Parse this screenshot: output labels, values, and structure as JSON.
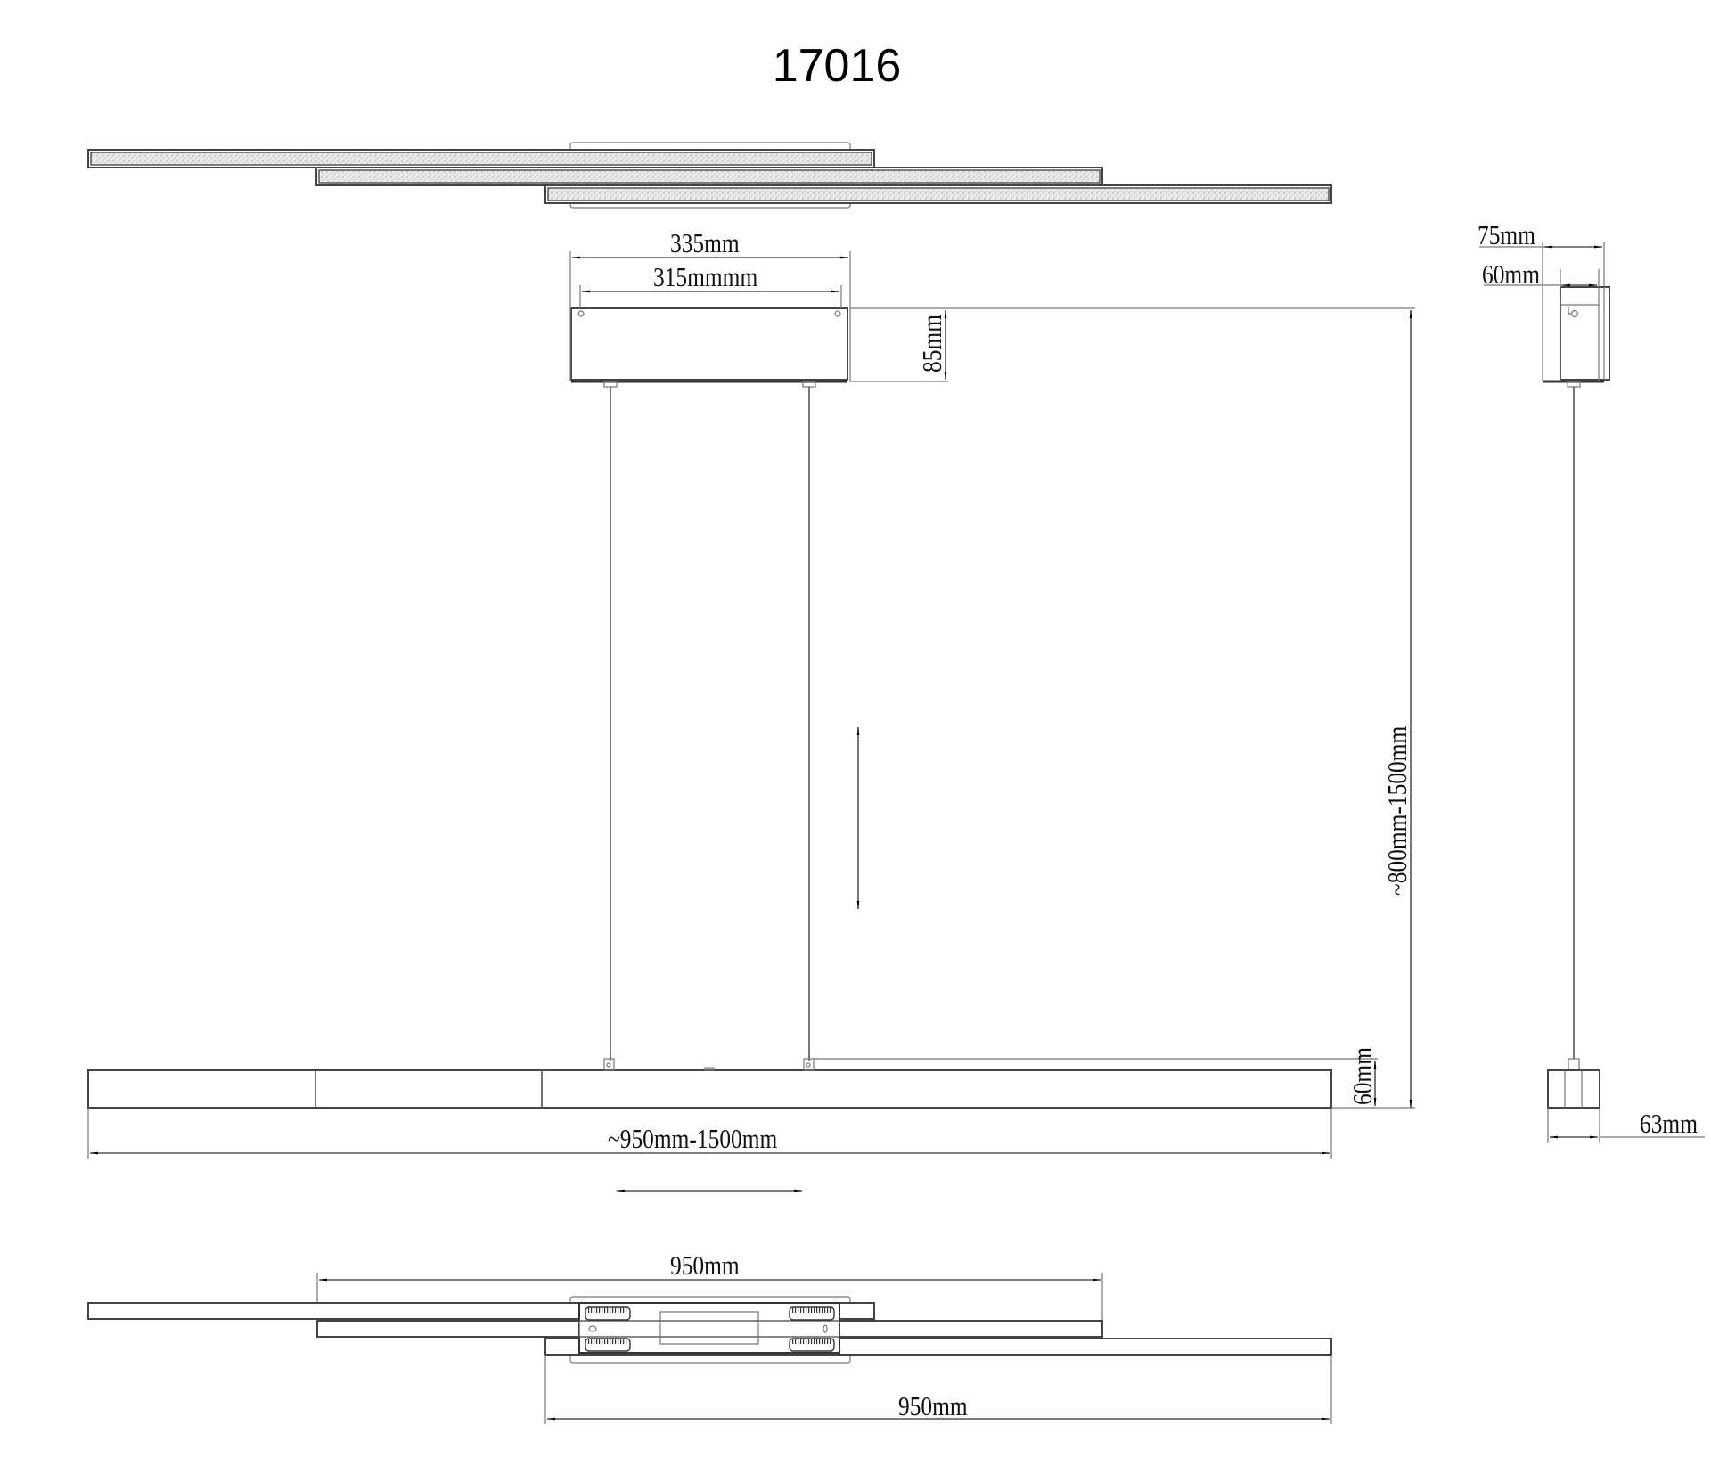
{
  "title": "17016",
  "views": {
    "top_view": {
      "label": "top-view-three-bars"
    },
    "front_view": {
      "canopy_outer_width": "335mm",
      "canopy_inner_width": "315mmmm",
      "canopy_height": "85mm",
      "suspension_height": "~800mm-1500mm",
      "bar_height": "60mm",
      "overall_length": "~950mm-1500mm"
    },
    "side_view": {
      "canopy_outer_width": "75mm",
      "canopy_inner_width": "60mm",
      "bar_depth": "63mm"
    },
    "bottom_view": {
      "upper_bar_length": "950mm",
      "lower_bar_length": "950mm"
    }
  },
  "colors": {
    "line": "#555555",
    "text": "#111111",
    "background": "#ffffff"
  }
}
